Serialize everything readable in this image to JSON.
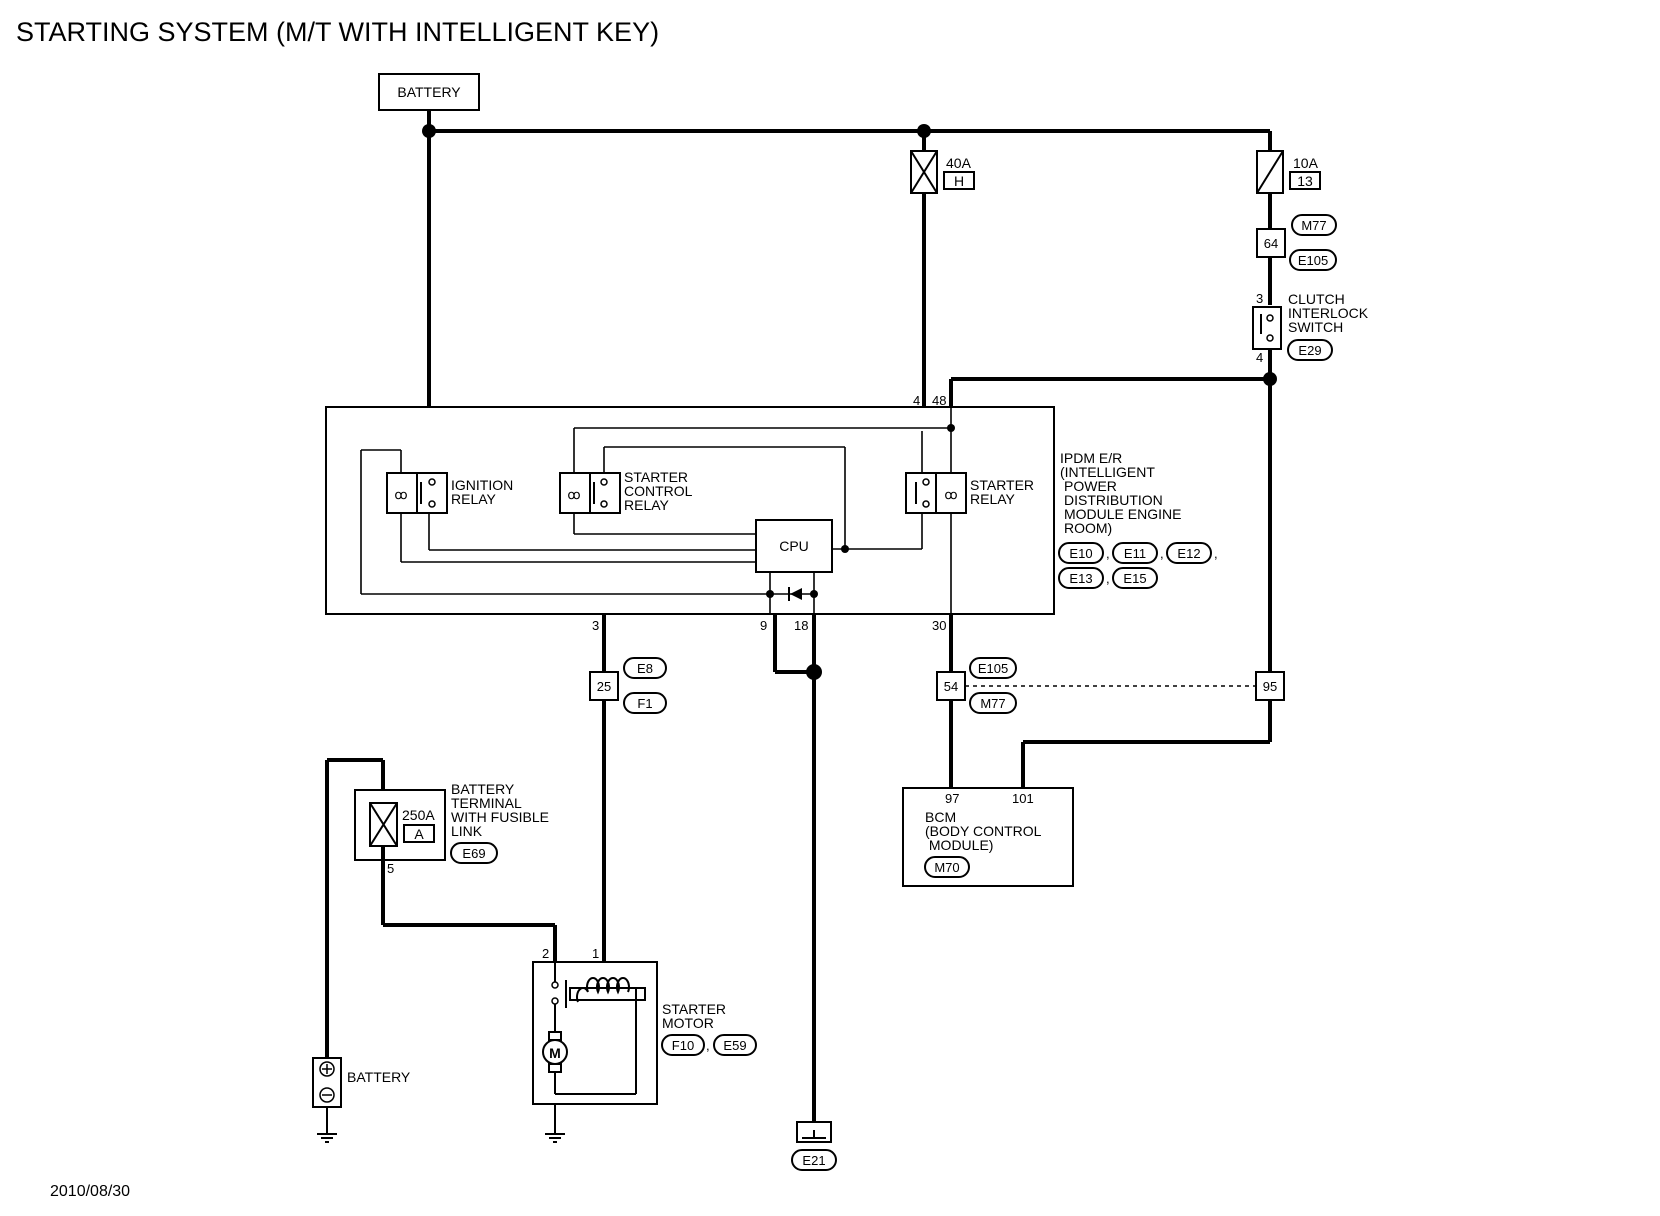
{
  "title": "STARTING SYSTEM (M/T WITH INTELLIGENT KEY)",
  "date": "2010/08/30",
  "battery_top": "BATTERY",
  "fuse40": {
    "rating": "40A",
    "code": "H"
  },
  "fuse10": {
    "rating": "10A",
    "code": "13"
  },
  "conn64": {
    "pin": "64",
    "tags": [
      "M77",
      "E105"
    ]
  },
  "clutch": {
    "lines": [
      "CLUTCH",
      "INTERLOCK",
      "SWITCH"
    ],
    "pin_top": "3",
    "pin_bottom": "4",
    "tag": "E29"
  },
  "ipdm": {
    "pins_top": [
      "4",
      "48"
    ],
    "pins_bottom": [
      "3",
      "9",
      "18",
      "30"
    ],
    "ignition_relay": [
      "IGNITION",
      "RELAY"
    ],
    "starter_control_relay": [
      "STARTER",
      "CONTROL",
      "RELAY"
    ],
    "starter_relay": [
      "STARTER",
      "RELAY"
    ],
    "cpu": "CPU",
    "lines": [
      "IPDM E/R",
      "(INTELLIGENT",
      "POWER",
      "DISTRIBUTION",
      "MODULE ENGINE",
      "ROOM)"
    ],
    "tags": [
      "E10",
      "E11",
      "E12",
      "E13",
      "E15"
    ]
  },
  "conn25": {
    "pin": "25",
    "tags": [
      "E8",
      "F1"
    ]
  },
  "conn54": {
    "pin": "54",
    "tags": [
      "E105",
      "M77"
    ]
  },
  "conn95": {
    "pin": "95"
  },
  "fusible_link": {
    "rating": "250A",
    "code": "A",
    "pin": "5",
    "lines": [
      "BATTERY",
      "TERMINAL",
      "WITH FUSIBLE",
      "LINK"
    ],
    "tag": "E69"
  },
  "bcm": {
    "pins": [
      "97",
      "101"
    ],
    "lines": [
      "BCM",
      "(BODY CONTROL",
      " MODULE)"
    ],
    "tag": "M70"
  },
  "starter_motor": {
    "pins": [
      "2",
      "1"
    ],
    "lines": [
      "STARTER",
      "MOTOR"
    ],
    "tags": [
      "F10",
      "E59"
    ],
    "motor_symbol": "M"
  },
  "battery_bottom": "BATTERY",
  "ground_tag": "E21"
}
